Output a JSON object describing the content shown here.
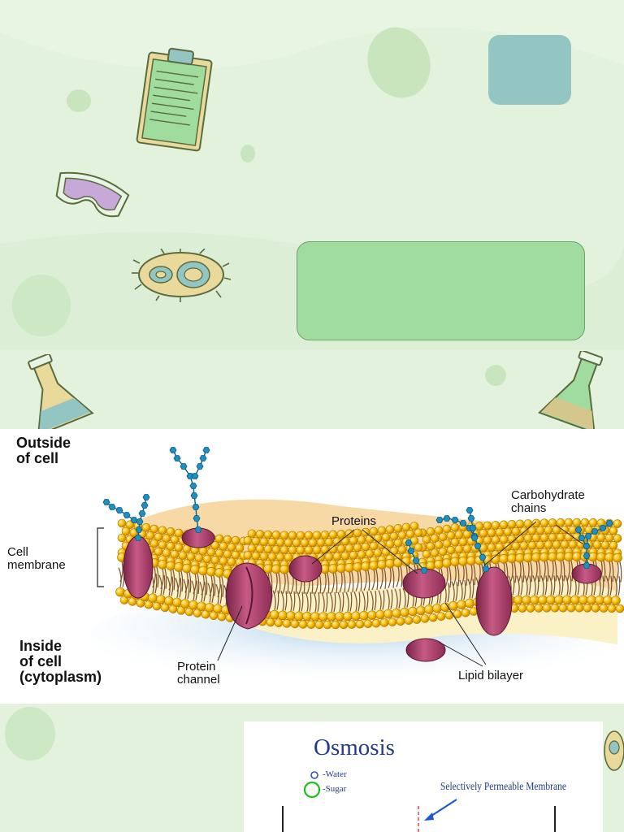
{
  "membrane_diagram": {
    "outside_label": "Outside\nof cell",
    "cell_membrane_label": "Cell\nmembrane",
    "inside_label": "Inside\nof cell\n(cytoplasm)",
    "proteins_label": "Proteins",
    "carbohydrate_label": "Carbohydrate\nchains",
    "protein_channel_label": "Protein\nchannel",
    "lipid_bilayer_label": "Lipid bilayer"
  },
  "osmosis": {
    "title": "Osmosis",
    "legend_water": "-Water",
    "legend_sugar": "-Sugar",
    "membrane_label": "Selectively Permeable Membrane"
  },
  "colors": {
    "slide_bg": "#e3f2dd",
    "teal_box": "#93c6c3",
    "green_box": "#a0dc9f",
    "lipid_head": "#f5b800",
    "protein": "#b0466e",
    "carbohydrate": "#1f8fc1",
    "osmosis_text": "#233a8c"
  }
}
